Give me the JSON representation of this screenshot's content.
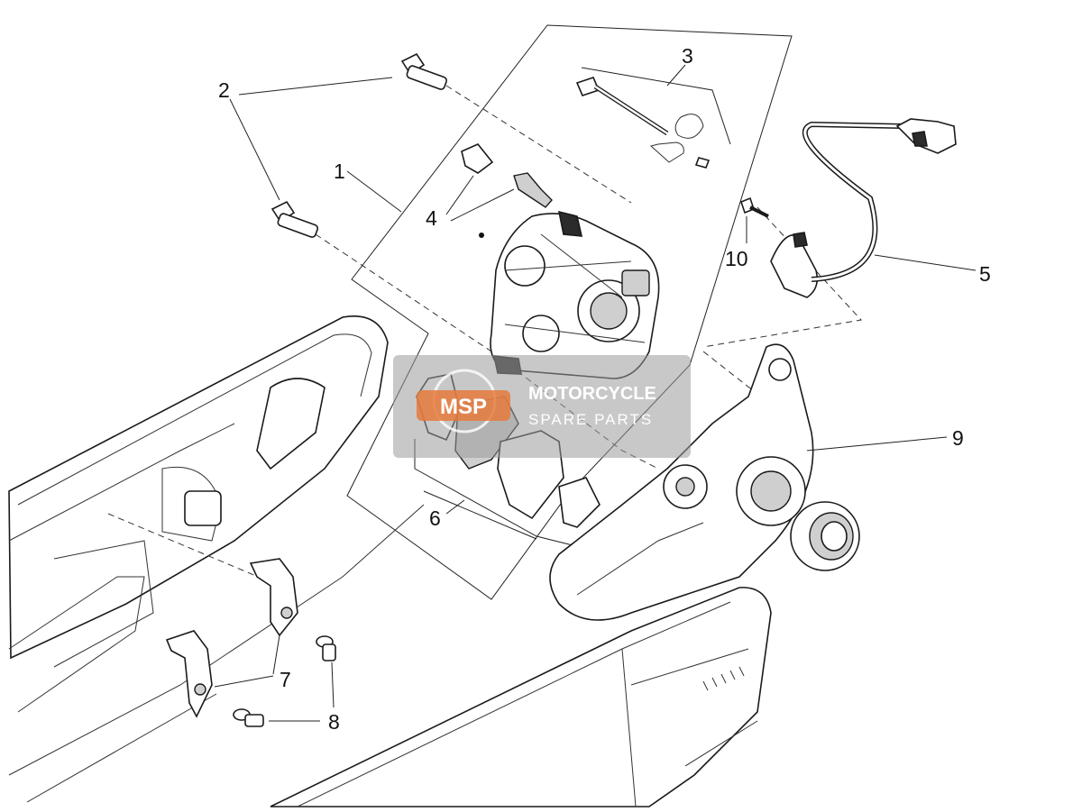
{
  "diagram": {
    "callouts": [
      {
        "id": "1",
        "label": "1"
      },
      {
        "id": "2",
        "label": "2"
      },
      {
        "id": "3",
        "label": "3"
      },
      {
        "id": "4",
        "label": "4"
      },
      {
        "id": "5",
        "label": "5"
      },
      {
        "id": "6",
        "label": "6"
      },
      {
        "id": "7",
        "label": "7"
      },
      {
        "id": "8",
        "label": "8"
      },
      {
        "id": "9",
        "label": "9"
      },
      {
        "id": "10",
        "label": "10"
      }
    ]
  },
  "watermark": {
    "logo_text": "MSP",
    "title": "MOTORCYCLE",
    "subtitle": "SPARE PARTS"
  },
  "colors": {
    "line": "#1a1a1a",
    "watermark_gray": "#9a9a9a",
    "logo_orange": "#e67a3c"
  }
}
